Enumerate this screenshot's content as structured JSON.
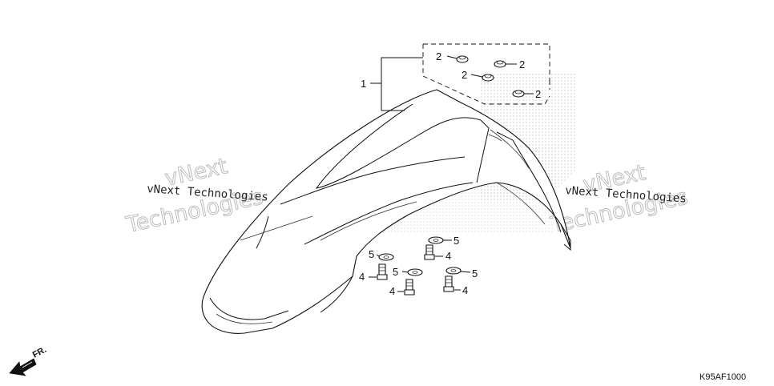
{
  "diagram": {
    "callouts": {
      "assembly": "1",
      "nut_a": "2",
      "nut_b": "2",
      "nut_c": "2",
      "nut_d": "2",
      "bolt_a": "4",
      "bolt_b": "4",
      "bolt_c": "4",
      "bolt_d": "4",
      "washer_a": "5",
      "washer_b": "5",
      "washer_c": "5",
      "washer_d": "5"
    },
    "watermark": {
      "left_small": "vNext Technologies",
      "left_big_line1": "vNext",
      "left_big_line2": "Technologies",
      "right_small": "vNext Technologies",
      "right_big_line1": "vNext",
      "right_big_line2": "Technologies"
    },
    "direction_label": "FR.",
    "figure_code": "K95AF1000"
  }
}
